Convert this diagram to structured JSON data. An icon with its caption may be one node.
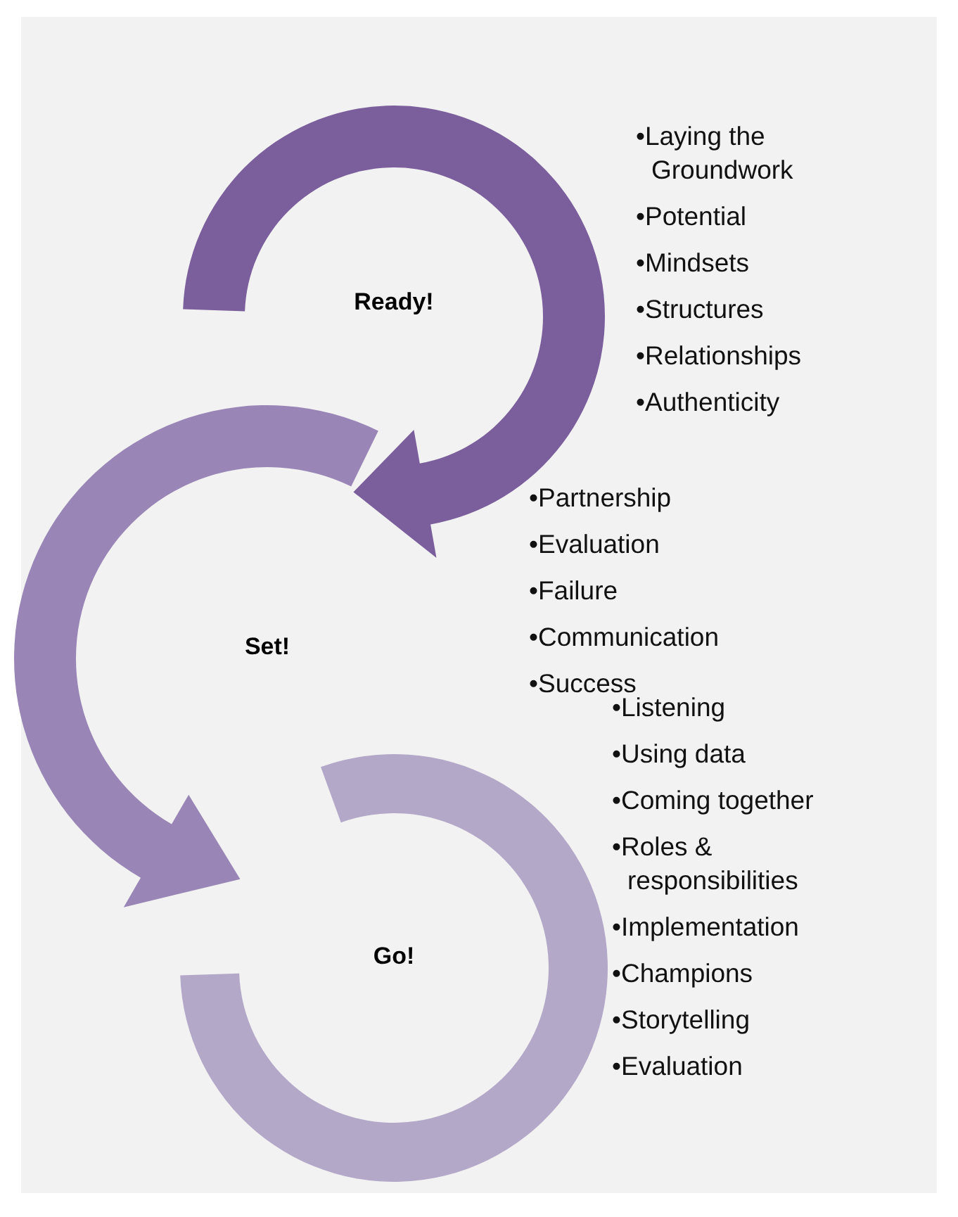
{
  "diagram": {
    "nodes": [
      {
        "text": [
          "Ready!"
        ]
      },
      {
        "text": [
          "Set!"
        ]
      },
      {
        "text": [
          "Go!"
        ]
      }
    ],
    "edges": [
      {
        "from": 0,
        "to": 1,
        "arrow": "to"
      },
      {
        "from": 1,
        "to": 2,
        "arrow": "to"
      }
    ],
    "labels": [
      "•Laying the Groundwork",
      "•Potential",
      "•Mindsets",
      "•Structures",
      "•Relationships",
      "•Authenticity",
      "•Partnership",
      "•Evaluation",
      "•Failure",
      "•Communication",
      "•Success",
      "•Listening",
      "•Using data",
      "•Coming together",
      "•Roles & responsibilities",
      "•Implementation",
      "•Champions",
      "•Storytelling",
      "•Evaluation"
    ]
  }
}
